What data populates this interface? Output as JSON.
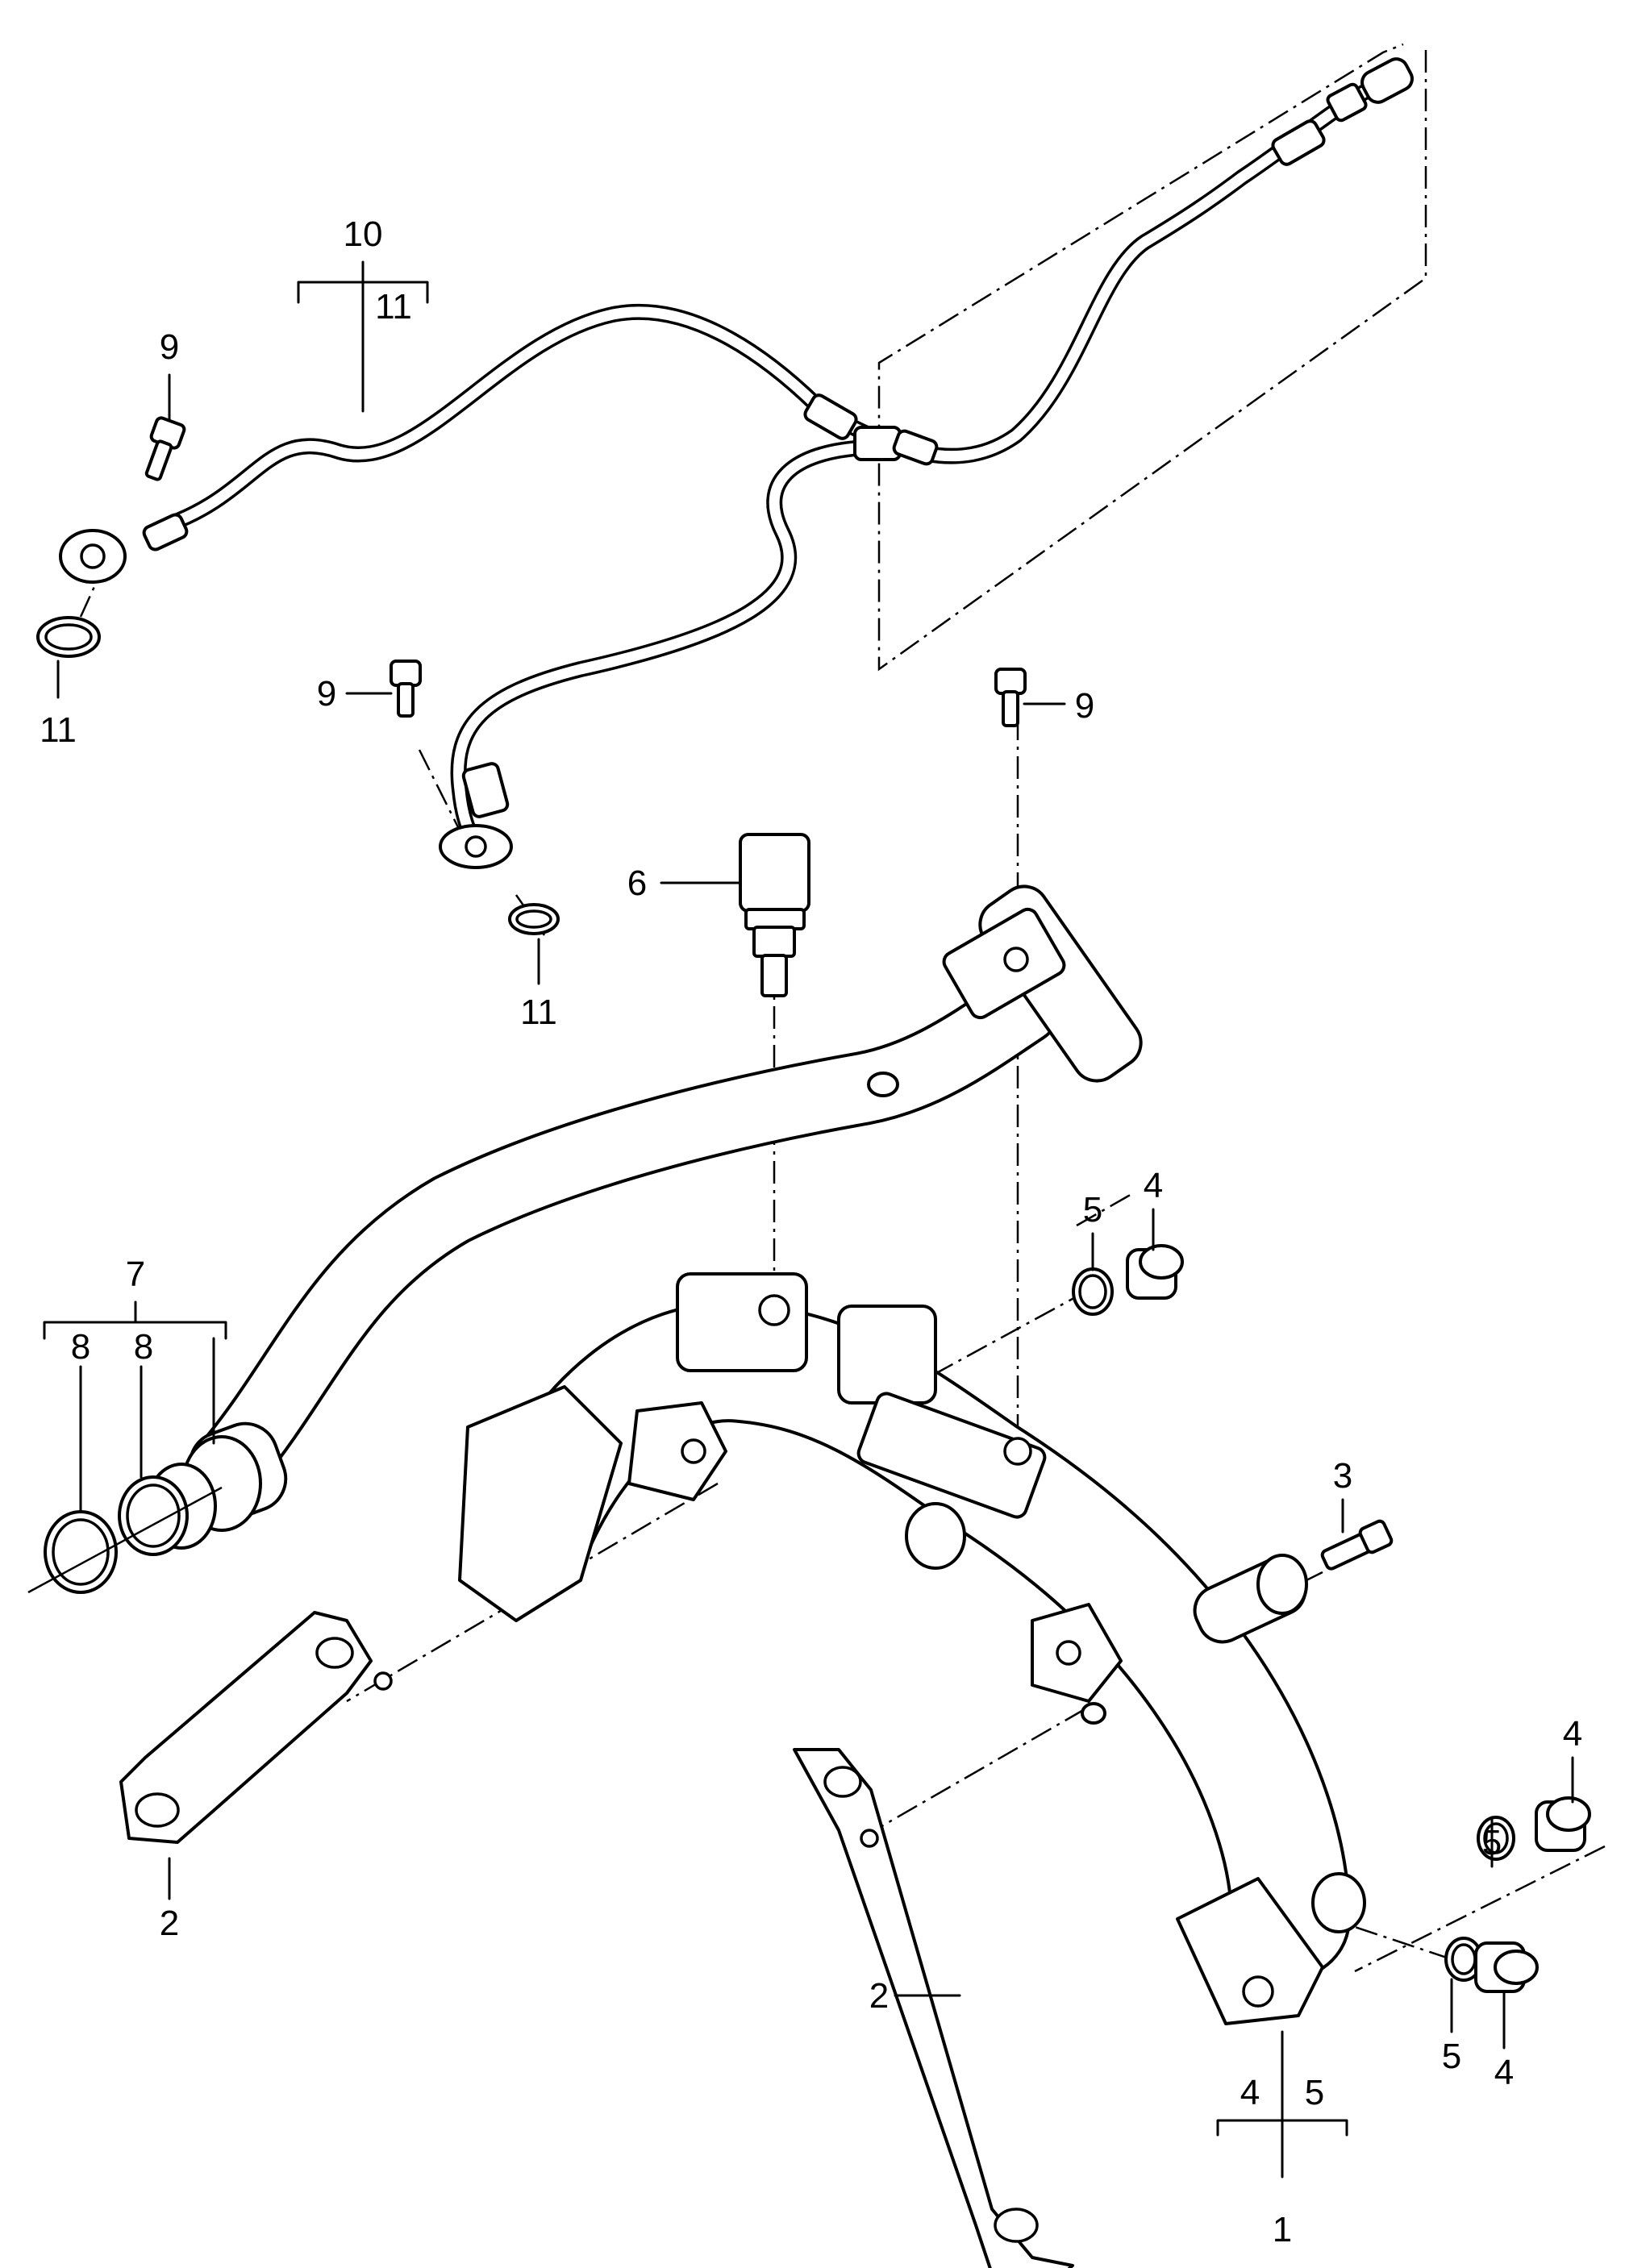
{
  "callouts": {
    "c1": "1",
    "c2a": "2",
    "c2b": "2",
    "c3": "3",
    "c4a": "4",
    "c4b": "4",
    "c4c": "4",
    "c4d": "4",
    "c5a": "5",
    "c5b": "5",
    "c5c": "5",
    "c5d": "5",
    "c6": "6",
    "c7": "7",
    "c8a": "8",
    "c8b": "8",
    "c9a": "9",
    "c9b": "9",
    "c9c": "9",
    "c10": "10",
    "c11a": "11",
    "c11b": "11",
    "c11c": "11"
  }
}
